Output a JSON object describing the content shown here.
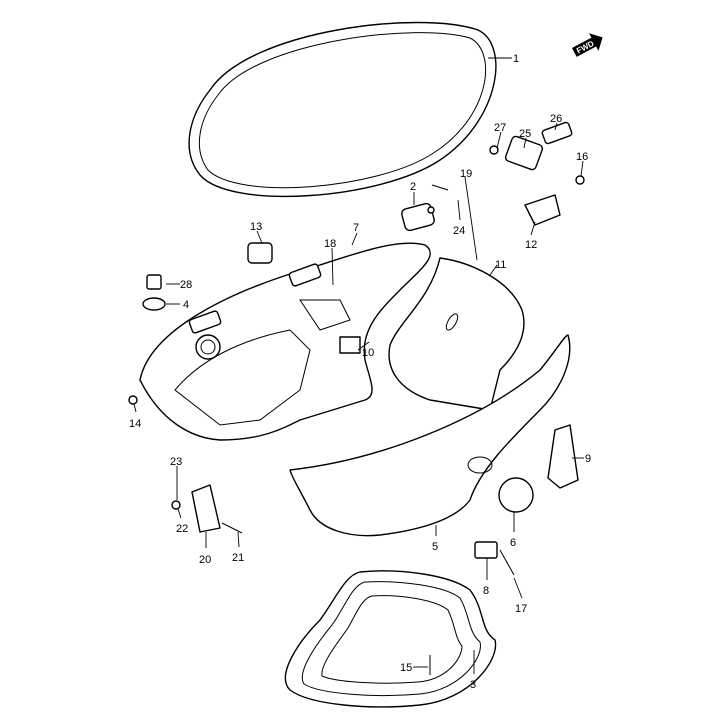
{
  "diagram": {
    "direction_badge": "FWD",
    "callouts": [
      "1",
      "2",
      "3",
      "4",
      "5",
      "6",
      "7",
      "8",
      "9",
      "10",
      "11",
      "12",
      "13",
      "14",
      "15",
      "16",
      "17",
      "18",
      "19",
      "20",
      "21",
      "22",
      "23",
      "24",
      "25",
      "26",
      "27",
      "28"
    ]
  }
}
